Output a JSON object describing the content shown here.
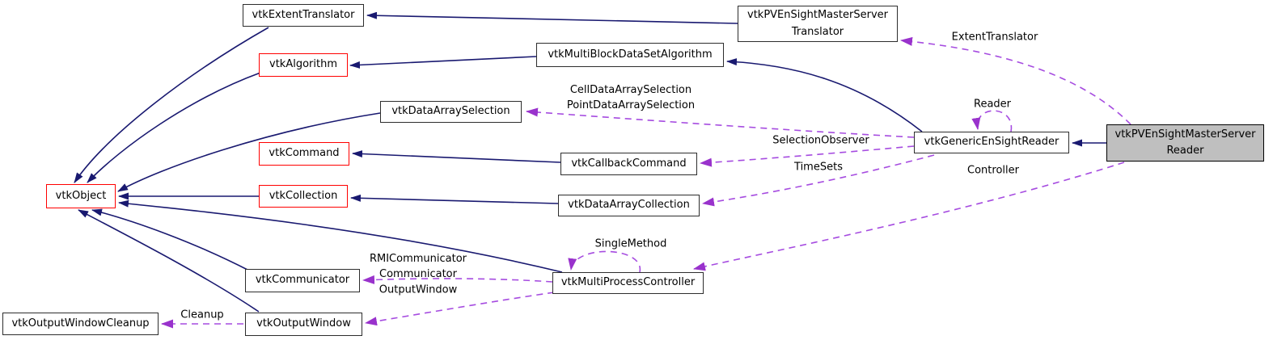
{
  "diagram": {
    "kind": "class-collaboration-graph",
    "colors": {
      "inheritance_edge": "#191970",
      "usage_edge": "#9932cc",
      "node_border": "#2d2d2d",
      "truncated_node_border": "#ff0000",
      "node_fill": "#ffffff",
      "current_node_fill": "#bfbfbf"
    },
    "nodes": {
      "extent_translator": {
        "label": "vtkExtentTranslator"
      },
      "pv_translator": {
        "label": "vtkPVEnSightMasterServer\nTranslator"
      },
      "algorithm": {
        "label": "vtkAlgorithm"
      },
      "multiblock_algorithm": {
        "label": "vtkMultiBlockDataSetAlgorithm"
      },
      "data_array_selection": {
        "label": "vtkDataArraySelection"
      },
      "command": {
        "label": "vtkCommand"
      },
      "callback_command": {
        "label": "vtkCallbackCommand"
      },
      "object": {
        "label": "vtkObject"
      },
      "collection": {
        "label": "vtkCollection"
      },
      "data_array_collection": {
        "label": "vtkDataArrayCollection"
      },
      "generic_ensight_reader": {
        "label": "vtkGenericEnSightReader"
      },
      "pv_reader": {
        "label": "vtkPVEnSightMasterServer\nReader"
      },
      "communicator": {
        "label": "vtkCommunicator"
      },
      "multi_process_controller": {
        "label": "vtkMultiProcessController"
      },
      "output_window": {
        "label": "vtkOutputWindow"
      },
      "output_window_cleanup": {
        "label": "vtkOutputWindowCleanup"
      }
    },
    "edge_labels": {
      "extent_translator": "ExtentTranslator",
      "cell_point_selection": "CellDataArraySelection\nPointDataArraySelection",
      "selection_observer": "SelectionObserver",
      "time_sets": "TimeSets",
      "reader": "Reader",
      "controller": "Controller",
      "single_method": "SingleMethod",
      "rmi_communicator": "RMICommunicator\nCommunicator",
      "output_window": "OutputWindow",
      "cleanup": "Cleanup"
    }
  }
}
